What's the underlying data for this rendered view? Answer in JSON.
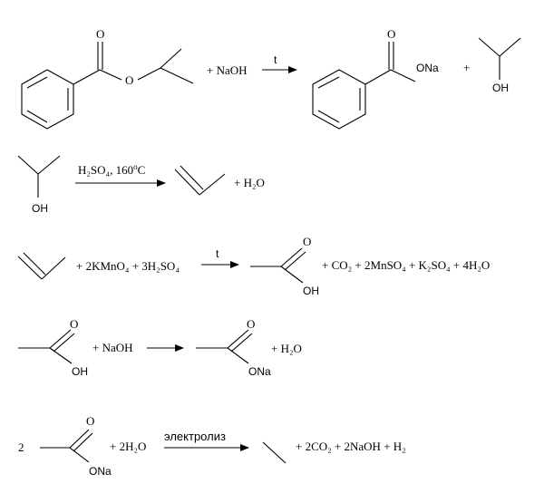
{
  "reactions": [
    {
      "plus_naoh": "+ NaOH",
      "condition": "t",
      "product_atom": "ONa",
      "plus_after": "+",
      "alcohol_oh": "OH",
      "ester_o": "O",
      "carbonyl_o": "O",
      "product_carbonyl_o": "O"
    },
    {
      "reactant_oh": "OH",
      "condition": {
        "h2so4": "H₂SO₄, 160",
        "deg": "o",
        "unit": "C"
      },
      "plus_water": "+ H₂O"
    },
    {
      "reagents": "+ 2KMnO₄ + 3H₂SO₄",
      "condition": "t",
      "acid_o": "O",
      "acid_oh": "OH",
      "products": "+ CO₂ + 2MnSO₄ + K₂SO₄ + 4H₂O"
    },
    {
      "acid_o": "O",
      "acid_oh": "OH",
      "plus_naoh": "+ NaOH",
      "salt_o": "O",
      "salt_ona": "ONa",
      "plus_water": "+ H₂O"
    },
    {
      "coefficient": "2",
      "salt_o": "O",
      "salt_ona": "ONa",
      "plus_water": "+ 2H₂O",
      "condition": "электролиз",
      "products": "+ 2CO₂ + 2NaOH + H₂"
    }
  ]
}
